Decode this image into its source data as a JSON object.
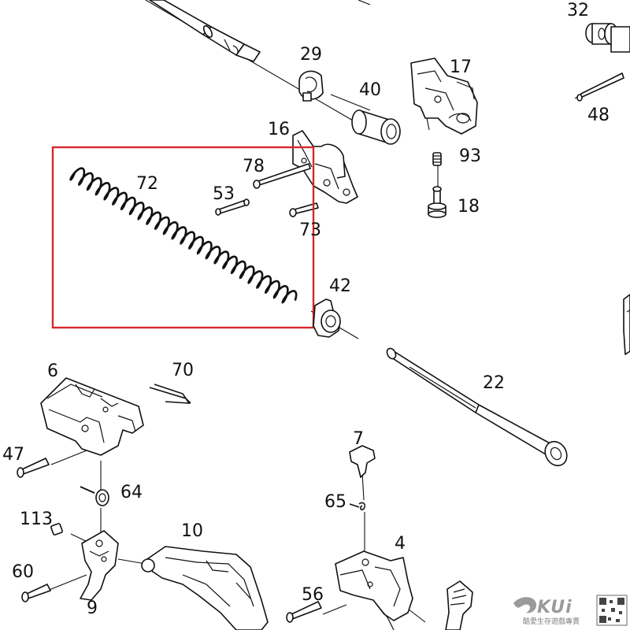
{
  "diagram": {
    "parts": [
      {
        "key": "p32",
        "label": "32"
      },
      {
        "key": "p29",
        "label": "29"
      },
      {
        "key": "p17",
        "label": "17"
      },
      {
        "key": "p40",
        "label": "40"
      },
      {
        "key": "p48",
        "label": "48"
      },
      {
        "key": "p16",
        "label": "16"
      },
      {
        "key": "p93",
        "label": "93"
      },
      {
        "key": "p78",
        "label": "78"
      },
      {
        "key": "p72",
        "label": "72"
      },
      {
        "key": "p53",
        "label": "53"
      },
      {
        "key": "p18",
        "label": "18"
      },
      {
        "key": "p73",
        "label": "73"
      },
      {
        "key": "p42",
        "label": "42"
      },
      {
        "key": "p6",
        "label": "6"
      },
      {
        "key": "p70",
        "label": "70"
      },
      {
        "key": "p22",
        "label": "22"
      },
      {
        "key": "p47",
        "label": "47"
      },
      {
        "key": "p7",
        "label": "7"
      },
      {
        "key": "p64",
        "label": "64"
      },
      {
        "key": "p65",
        "label": "65"
      },
      {
        "key": "p113",
        "label": "113"
      },
      {
        "key": "p10",
        "label": "10"
      },
      {
        "key": "p4",
        "label": "4"
      },
      {
        "key": "p60",
        "label": "60"
      },
      {
        "key": "p56",
        "label": "56"
      },
      {
        "key": "p9",
        "label": "9"
      }
    ],
    "highlight_color": "#d6282c"
  },
  "watermark": {
    "brand": "KUi",
    "tagline": "酷愛生存遊戲專賣"
  }
}
